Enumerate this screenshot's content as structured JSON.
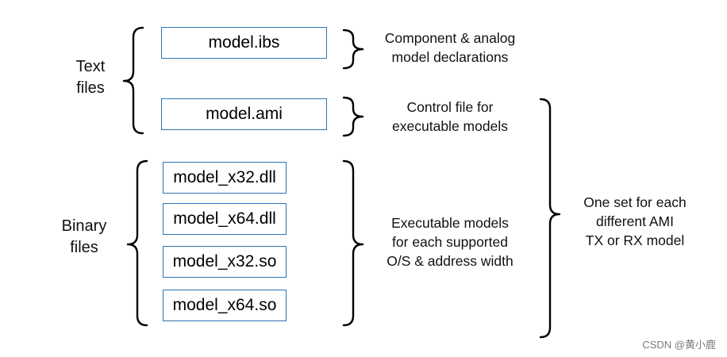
{
  "groups": {
    "text": {
      "line1": "Text",
      "line2": "files"
    },
    "binary": {
      "line1": "Binary",
      "line2": "files"
    }
  },
  "files": {
    "ibs": "model.ibs",
    "ami": "model.ami",
    "x32_dll": "model_x32.dll",
    "x64_dll": "model_x64.dll",
    "x32_so": "model_x32.so",
    "x64_so": "model_x64.so"
  },
  "descriptions": {
    "ibs": {
      "line1": "Component & analog",
      "line2": "model declarations"
    },
    "ami": {
      "line1": "Control file for",
      "line2": "executable models"
    },
    "binaries": {
      "line1": "Executable models",
      "line2": "for each supported",
      "line3": "O/S & address width"
    }
  },
  "summary": {
    "line1": "One set for each",
    "line2": "different AMI",
    "line3": "TX or RX model"
  },
  "watermark": "CSDN @黄小鹿",
  "colors": {
    "box_border": "#2e75b6",
    "brace": "#000000",
    "text": "#111111"
  }
}
